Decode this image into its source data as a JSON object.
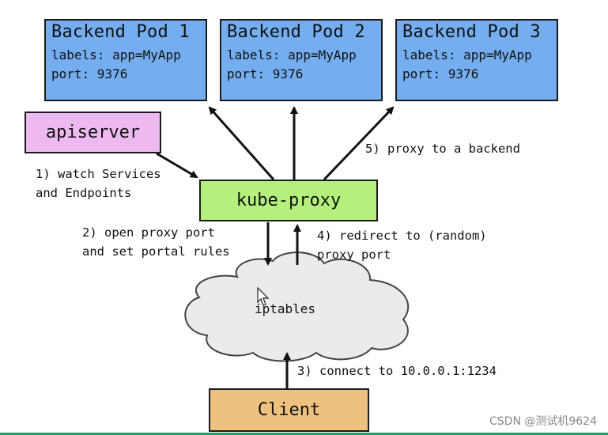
{
  "pods": [
    {
      "title": "Backend Pod 1",
      "labels": "labels: app=MyApp",
      "port": "port: 9376"
    },
    {
      "title": "Backend Pod 2",
      "labels": "labels: app=MyApp",
      "port": "port: 9376"
    },
    {
      "title": "Backend Pod 3",
      "labels": "labels: app=MyApp",
      "port": "port: 9376"
    }
  ],
  "nodes": {
    "apiserver": "apiserver",
    "kube_proxy": "kube-proxy",
    "iptables": "iptables",
    "client": "Client"
  },
  "steps": {
    "s1_line1": "1) watch Services",
    "s1_line2": "and Endpoints",
    "s2_line1": "2) open proxy port",
    "s2_line2": "and set portal rules",
    "s3": "3) connect to 10.0.0.1:1234",
    "s4_line1": "4) redirect to (random)",
    "s4_line2": "proxy port",
    "s5": "5) proxy to a backend"
  },
  "watermark": "CSDN @测试机9624",
  "colors": {
    "pod": "#74aef0",
    "apiserver": "#eeb9f0",
    "kube_proxy": "#b5f07c",
    "client": "#eec27e",
    "cloud_fill": "#ebebeb"
  },
  "icons": [
    "mouse-cursor-icon"
  ]
}
